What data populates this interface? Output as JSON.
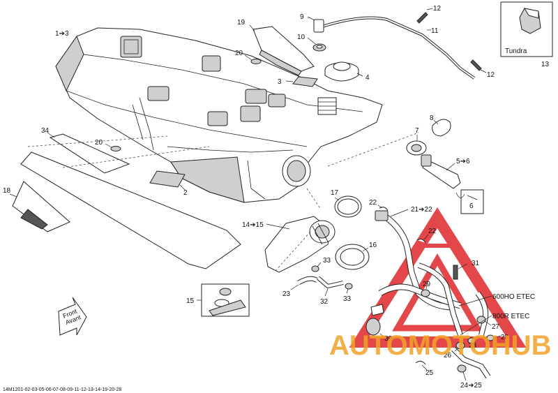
{
  "callouts": {
    "c1": "1➔3",
    "c2": "2",
    "c3": "3",
    "c4": "4",
    "c5": "5➔6",
    "c6": "6",
    "c7": "7",
    "c8": "8",
    "c9": "9",
    "c10": "10",
    "c11": "11",
    "c12a": "12",
    "c12b": "12",
    "c13": "13",
    "c14": "14➔15",
    "c15": "15",
    "c16": "16",
    "c17": "17",
    "c18": "18",
    "c19": "19",
    "c20a": "20",
    "c20b": "20",
    "c21": "21➔22",
    "c22a": "22",
    "c22b": "22",
    "c23": "23",
    "c24": "24➔25",
    "c25": "25",
    "c26": "26",
    "c27": "27",
    "c28a": "28",
    "c28b": "28",
    "c29": "29",
    "c30": "30",
    "c31": "31",
    "c32": "32",
    "c33a": "33",
    "c33b": "33",
    "c34": "34"
  },
  "inset_label": "Tundra",
  "engine_labels": {
    "ho": "600HO ETEC",
    "r": "800R ETEC"
  },
  "direction": {
    "line1": "Front",
    "line2": "Avant"
  },
  "watermark": "AUTOMOTOHUB",
  "figure_code": "14M1201-02-03-05-06-07-08-09-11-12-13-14-19-20-28",
  "colors": {
    "line": "#222222",
    "watermark_red": "#e0282a",
    "watermark_orange": "#f2a32a"
  }
}
